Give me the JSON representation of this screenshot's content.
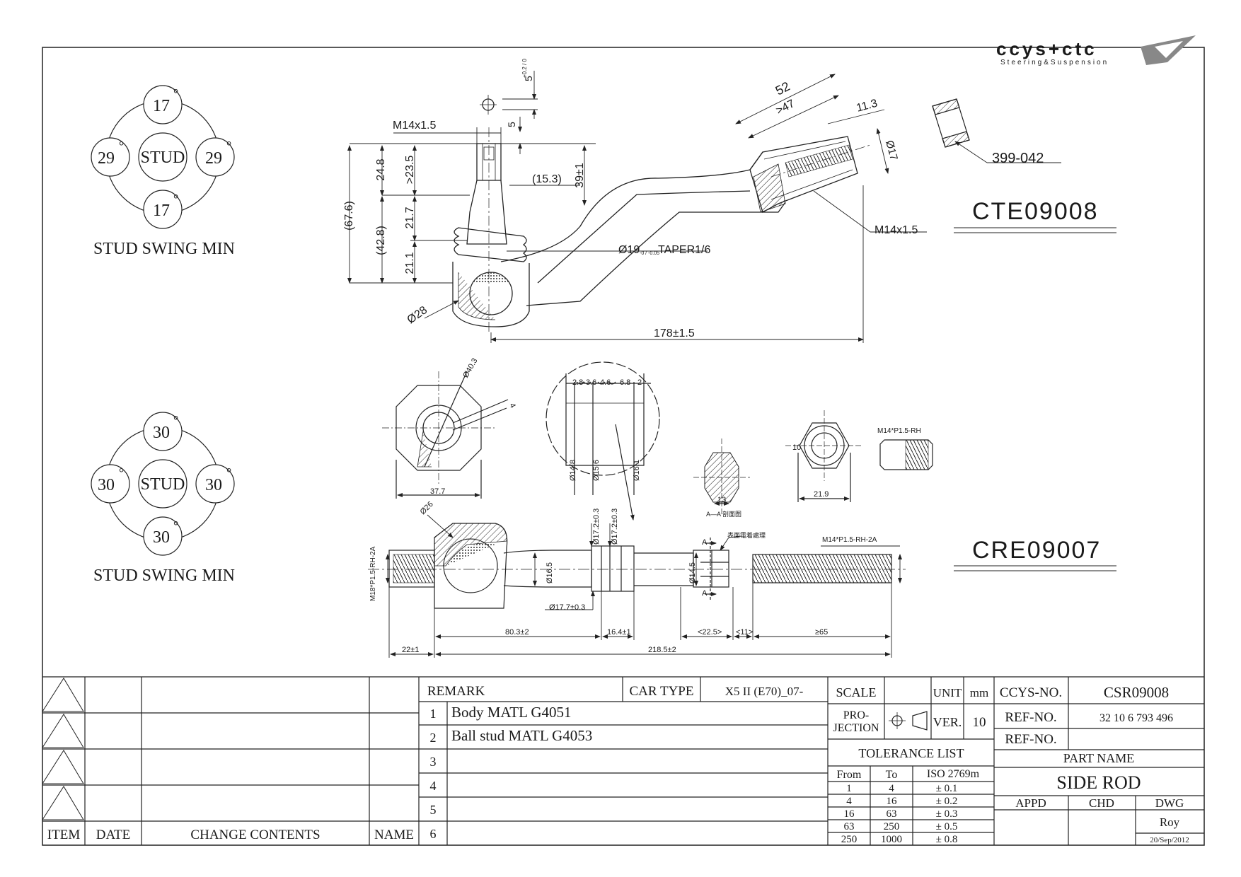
{
  "logo": {
    "brand": "ccys+ctc",
    "tagline": "Steering&Suspension"
  },
  "swing_upper": {
    "top": "17",
    "left": "29",
    "right": "29",
    "bottom": "17",
    "center": "STUD",
    "degree": "°",
    "label": "STUD SWING MIN"
  },
  "swing_lower": {
    "top": "30",
    "left": "30",
    "right": "30",
    "bottom": "30",
    "center": "STUD",
    "degree": "°",
    "label": "STUD SWING MIN"
  },
  "tie_rod_end": {
    "part_no": "CTE09008",
    "nut_ref": "399-042",
    "dims": {
      "thread_top": "M14x1.5",
      "stud_tip": "5",
      "stud_tip_tol": "+0.2 / 0",
      "flat": "5",
      "d_248": "24.8",
      "d_235": ">23.5",
      "d_217": "21.7",
      "d_211": "21.1",
      "d_676": "(67.6)",
      "d_428": "(42.8)",
      "d_153": "(15.3)",
      "d_39": "39±1",
      "taper": "Ø19",
      "taper_tol": "-0 / -0.05",
      "taper_note": "TAPER1/6",
      "ball": "Ø28",
      "len_178": "178±1.5",
      "len_52": "52",
      "len_47": ">47",
      "len_113": "11.3",
      "d_17": "Ø17",
      "thread_arm": "M14x1.5"
    }
  },
  "inner_rod": {
    "part_no": "CRE09007",
    "dims": {
      "d_403": "Ø40.3",
      "d_4": "4",
      "w_377": "37.7",
      "g_283": "2.8",
      "g_36": "3.6",
      "g_46": "4.6",
      "g_68": "6.8",
      "g_2": "2",
      "d_148": "Ø14.8",
      "d_156": "Ø15.6",
      "d_161": "Ø16.1",
      "sec_13": "13",
      "sec_label": "A—A 剖面图",
      "hex_219": "21.9",
      "hex_10": "10",
      "nut_thread": "M14*P1.5-RH",
      "d_26": "Ø26",
      "thread_l": "M18*P1.5-RH-2A",
      "d_165": "Ø16.5",
      "d_172a": "Ø17.2±0.3",
      "d_172b": "Ø17.2±0.3",
      "d_177": "Ø17.7±0.3",
      "d_145": "Ø14.5",
      "mark_a": "A",
      "surface_note": "表面電着處理",
      "thread_r": "M14*P1.5-RH-2A",
      "l_803": "80.3±2",
      "l_164": "16.4±1",
      "l_225": "<22.5>",
      "l_11": "<11>",
      "l_65": "≥65",
      "l_22": "22±1",
      "l_2185": "218.5±2"
    }
  },
  "title_block": {
    "revision_headers": {
      "item": "ITEM",
      "date": "DATE",
      "change": "CHANGE CONTENTS",
      "name": "NAME"
    },
    "remark_label": "REMARK",
    "car_type_label": "CAR TYPE",
    "car_type": "X5 II (E70)_07-",
    "remarks": [
      {
        "no": "1",
        "text": "Body MATL G4051"
      },
      {
        "no": "2",
        "text": "Ball stud MATL G4053"
      },
      {
        "no": "3",
        "text": ""
      },
      {
        "no": "4",
        "text": ""
      },
      {
        "no": "5",
        "text": ""
      },
      {
        "no": "6",
        "text": ""
      }
    ],
    "scale_label": "SCALE",
    "unit_label": "UNIT",
    "unit": "mm",
    "projection_label_1": "PRO-",
    "projection_label_2": "JECTION",
    "ver_label": "VER.",
    "ver": "10",
    "tolerance_title": "TOLERANCE LIST",
    "tolerance_headers": {
      "from": "From",
      "to": "To",
      "std": "ISO 2769m"
    },
    "tolerances": [
      {
        "from": "1",
        "to": "4",
        "tol": "± 0.1"
      },
      {
        "from": "4",
        "to": "16",
        "tol": "± 0.2"
      },
      {
        "from": "16",
        "to": "63",
        "tol": "± 0.3"
      },
      {
        "from": "63",
        "to": "250",
        "tol": "± 0.5"
      },
      {
        "from": "250",
        "to": "1000",
        "tol": "± 0.8"
      }
    ],
    "ccys_no_label": "CCYS-NO.",
    "ccys_no": "CSR09008",
    "ref_no_label": "REF-NO.",
    "ref_no": "32 10 6 793 496",
    "ref_no2_label": "REF-NO.",
    "ref_no2": "",
    "part_name_label": "PART NAME",
    "part_name": "SIDE ROD",
    "appd_label": "APPD",
    "chd_label": "CHD",
    "dwg_label": "DWG",
    "dwg_by": "Roy",
    "dwg_date": "20/Sep/2012"
  }
}
